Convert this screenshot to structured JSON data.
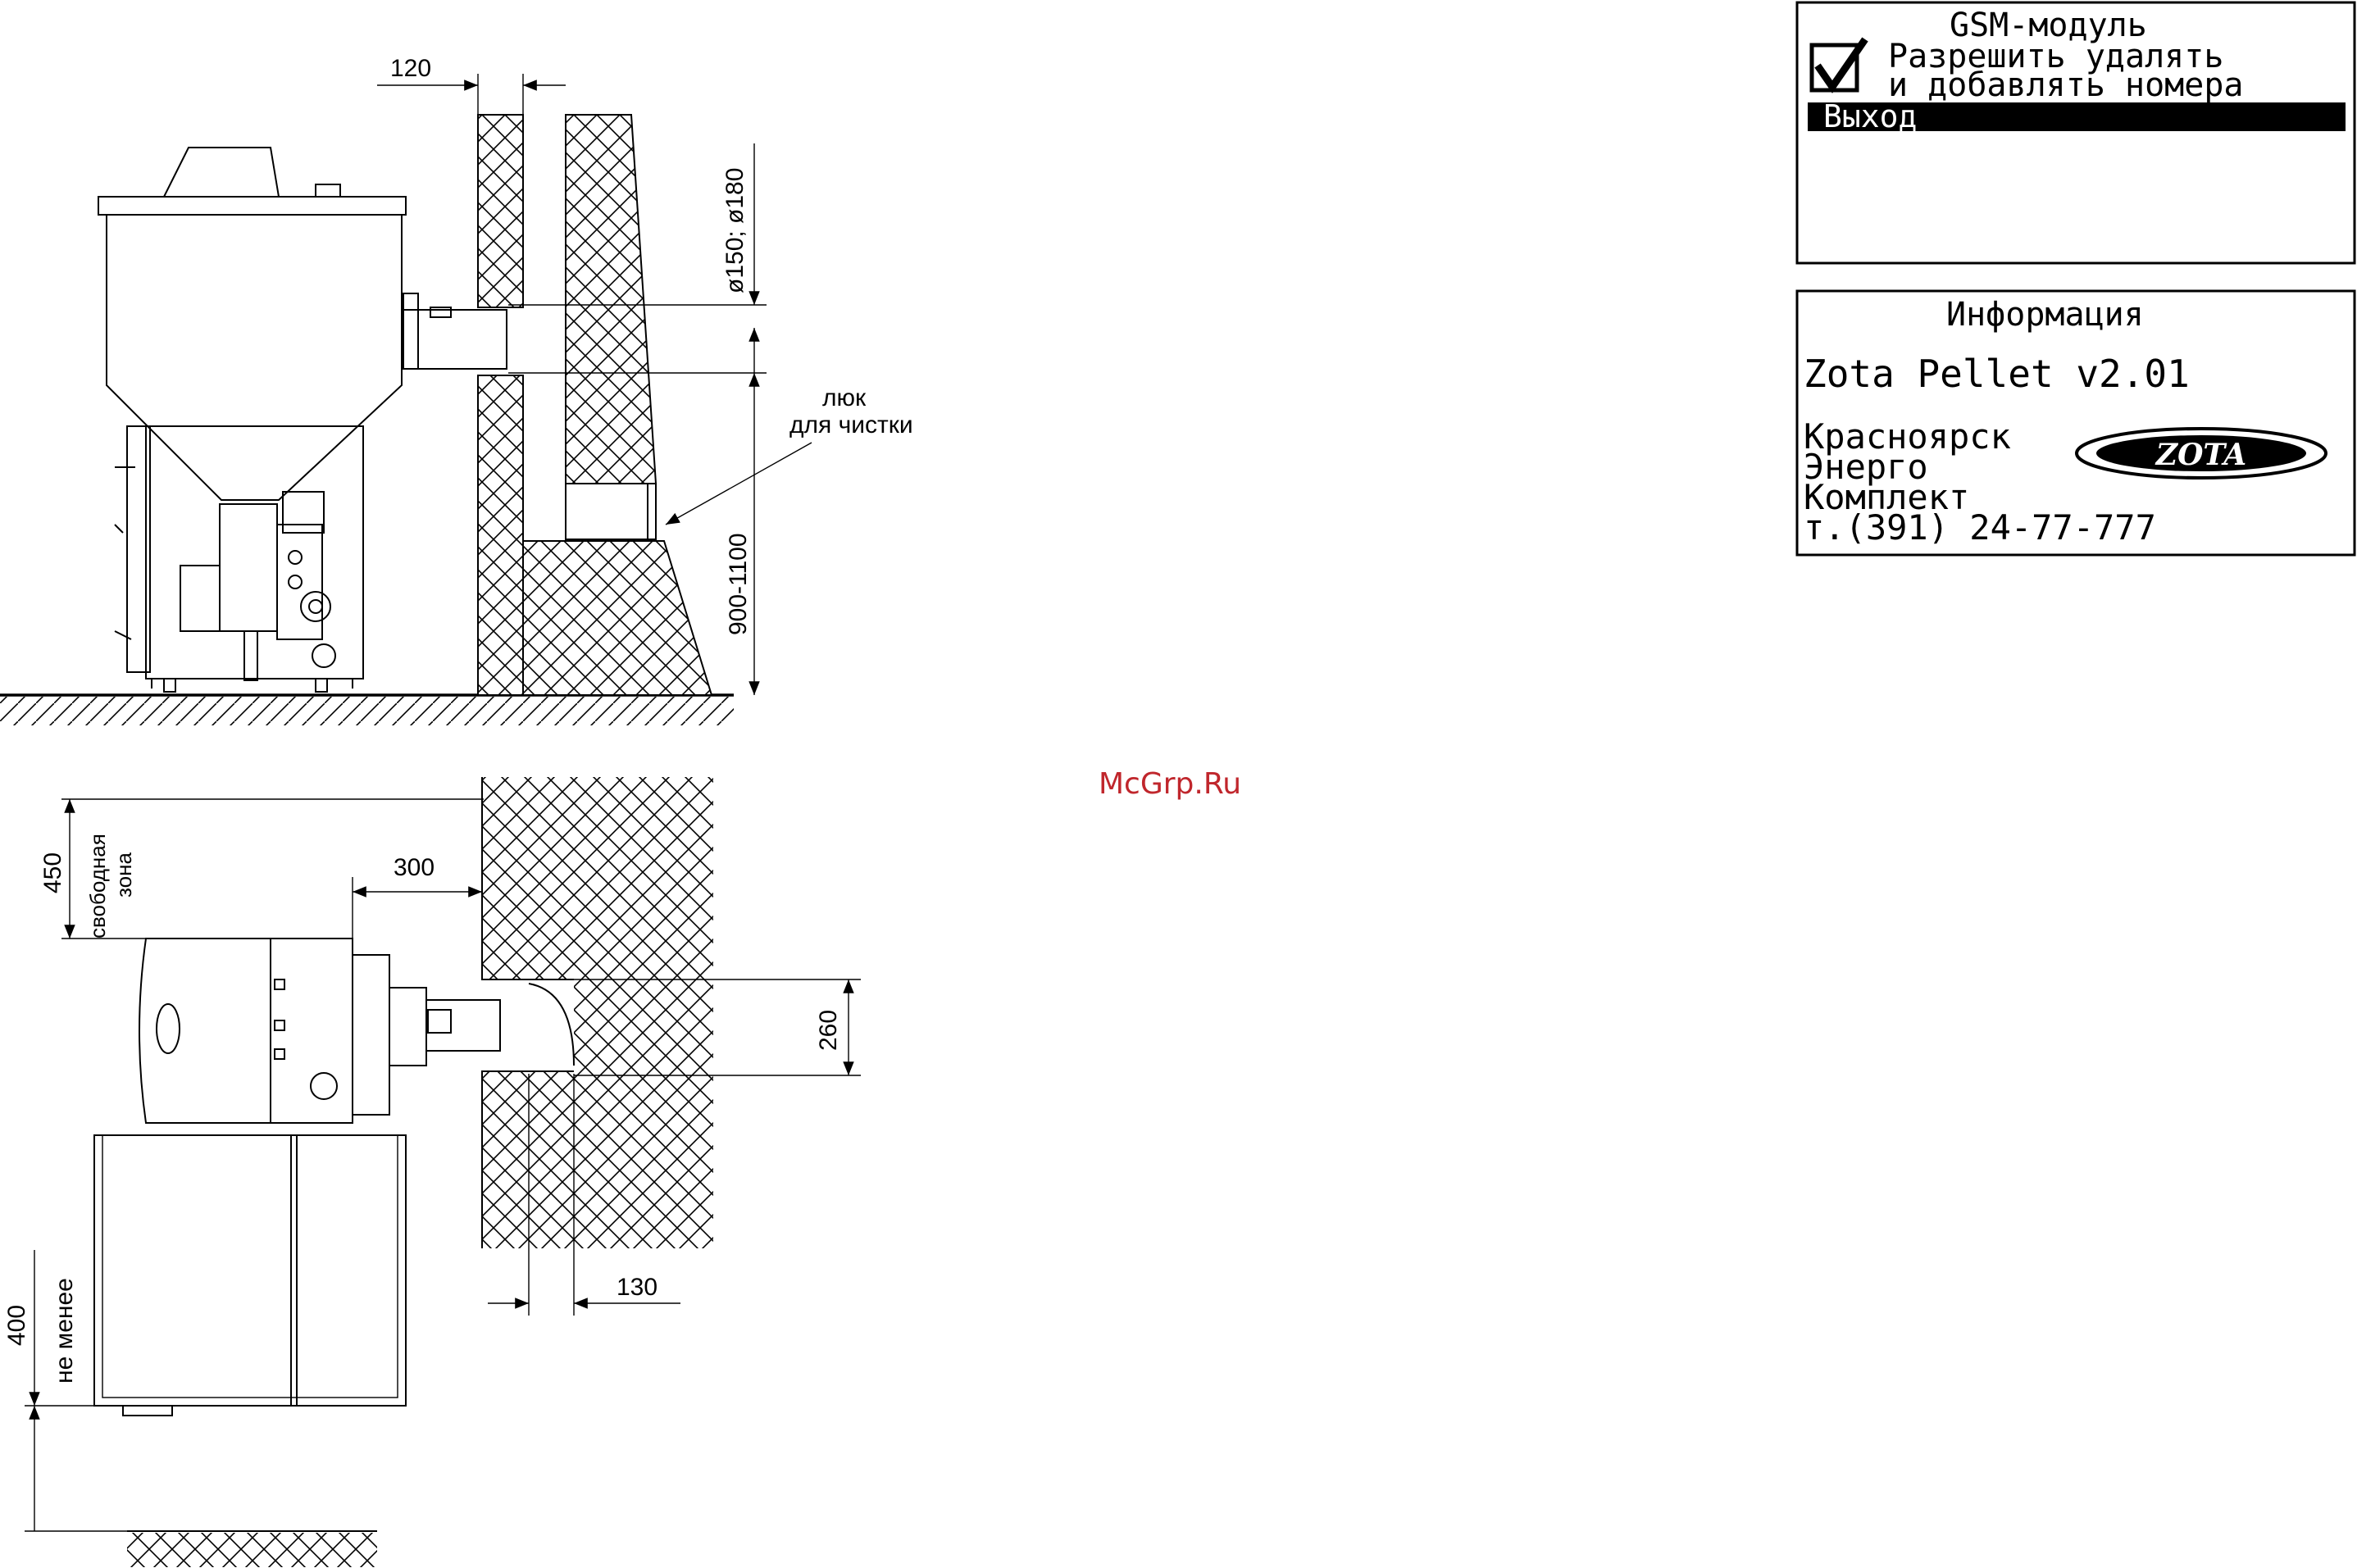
{
  "side_view": {
    "dim_chimney_offset": "120",
    "dim_pipe_diameter": "ø150; ø180",
    "dim_height": "900-1100",
    "cleaning_hatch_line1": "люк",
    "cleaning_hatch_line2": "для чистки"
  },
  "top_view": {
    "dim_free_zone": "450",
    "free_zone_line1": "свободная",
    "free_zone_line2": "зона",
    "dim_pipe_gap": "300",
    "dim_pipe_width": "260",
    "dim_wall_offset": "130",
    "dim_min_clearance": "400",
    "min_clearance_label": "не менее"
  },
  "watermark": "McGrp.Ru",
  "gsm_screen": {
    "title": "GSM-модуль",
    "option_line1": "Разрешить удалять",
    "option_line2": "и добавлять номера",
    "exit_item": "Выход",
    "checkbox_checked": true
  },
  "info_screen": {
    "title": "Информация",
    "version": "Zota Pellet v2.01",
    "company_line1": "Красноярск",
    "company_line2": "Энерго",
    "company_line3": "Комплект",
    "phone": "т.(391) 24-77-777",
    "logo_text": "ZOTA"
  }
}
